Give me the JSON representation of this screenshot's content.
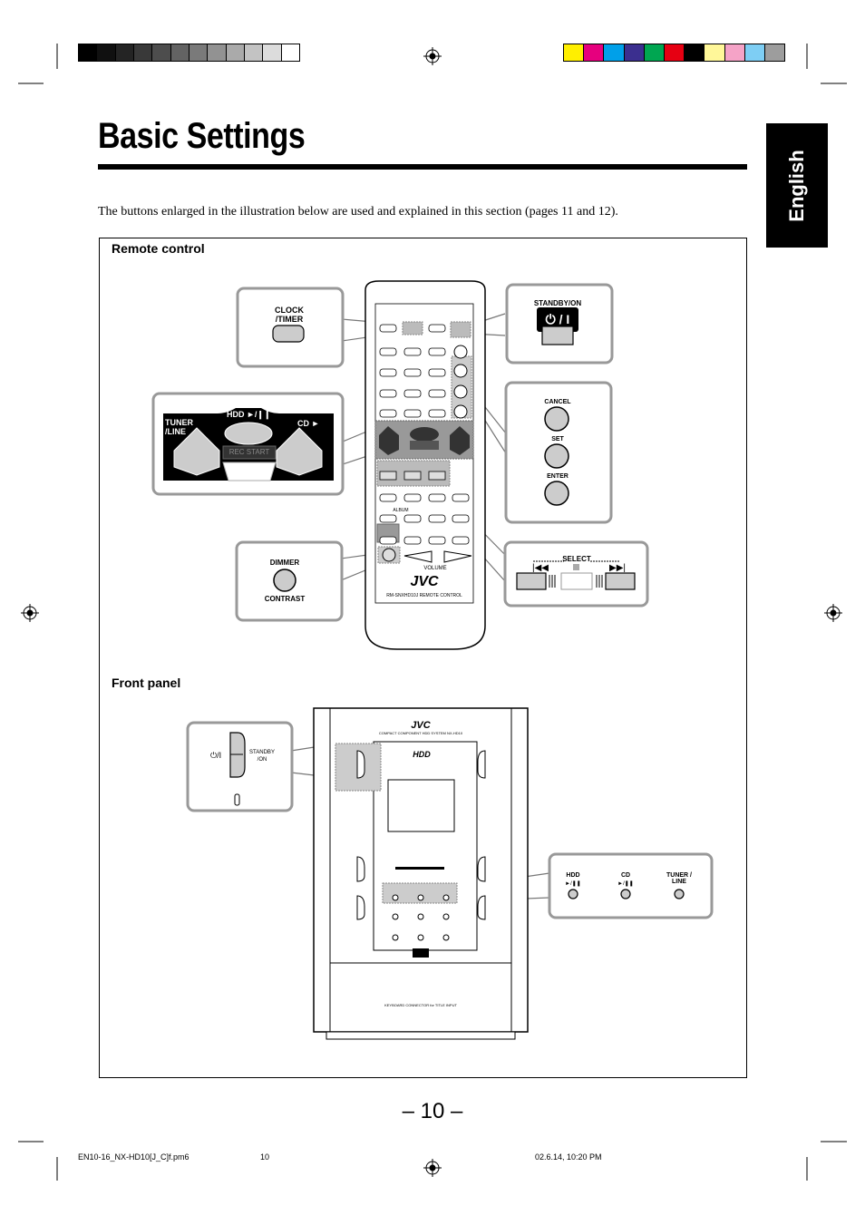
{
  "page": {
    "title": "Basic Settings",
    "language_tab": "English",
    "intro": "The buttons enlarged in the illustration below are used and explained in this section (pages 11 and 12).",
    "page_number": "– 10 –"
  },
  "remote_section": {
    "heading": "Remote control",
    "callouts": {
      "clock_timer": "CLOCK /TIMER",
      "standby_on": "STANDBY/ON",
      "cancel": "CANCEL",
      "set": "SET",
      "enter": "ENTER",
      "tuner_line": "TUNER /LINE",
      "hdd": "HDD ►/❙❙",
      "cd": "CD ►",
      "rec_start": "REC START",
      "dimmer": "DIMMER",
      "contrast": "CONTRAST",
      "select": "SELECT"
    },
    "remote_labels": {
      "brand": "JVC",
      "model": "RM-SNXHD10J   REMOTE CONTROL",
      "volume": "VOLUME",
      "album": "ALBUM"
    }
  },
  "front_section": {
    "heading": "Front panel",
    "callouts": {
      "standby_on": "STANDBY /ON",
      "hdd": "HDD",
      "cd": "CD",
      "tuner_line": "TUNER / LINE"
    },
    "panel_labels": {
      "brand": "JVC",
      "model": "COMPACT COMPONENT HDD SYSTEM NX-HD10",
      "keyboard": "KEYBOARD CONNECTOR for TITLE INPUT"
    }
  },
  "footer": {
    "file": "EN10-16_NX-HD10[J_C]f.pm6",
    "page": "10",
    "timestamp": "02.6.14, 10:20 PM"
  },
  "colors": {
    "gray_bar": [
      "#000000",
      "#101010",
      "#242424",
      "#393939",
      "#4d4d4d",
      "#636363",
      "#7a7a7a",
      "#929292",
      "#aaaaaa",
      "#c3c3c3",
      "#dcdcdc",
      "#ffffff"
    ],
    "color_bar": [
      "#ffef00",
      "#e6007e",
      "#00a0e9",
      "#3b2f8f",
      "#00a651",
      "#e60012",
      "#000000",
      "#fff799",
      "#f5a3c7",
      "#7ecef4",
      "#9d9d9d"
    ]
  }
}
